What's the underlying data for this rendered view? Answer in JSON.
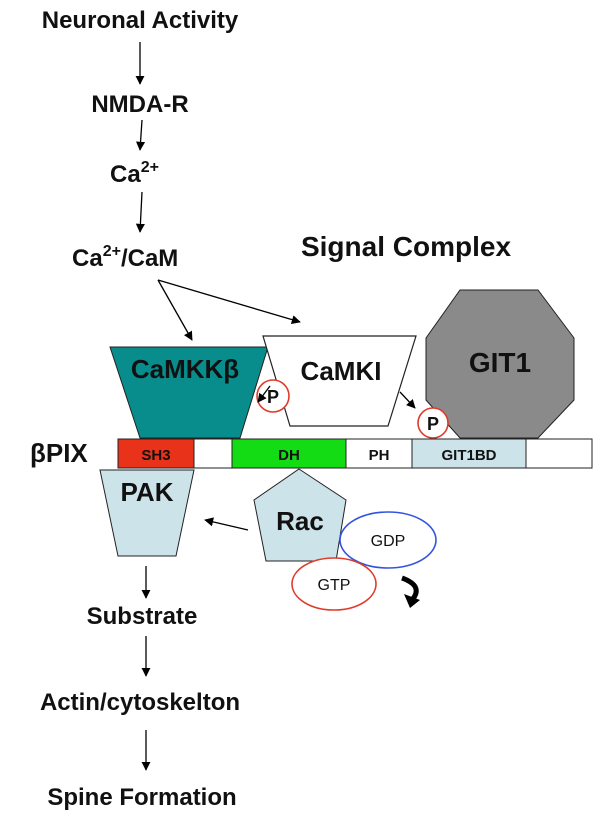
{
  "pathway": {
    "neuronal_activity": "Neuronal Activity",
    "nmda_r": "NMDA-R",
    "ca": "Ca",
    "ca_sup": "2+",
    "ca_cam_prefix": "Ca",
    "ca_cam_sup": "2+",
    "ca_cam_suffix": "/CaM",
    "substrate": "Substrate",
    "actin": "Actin/cytoskelton",
    "spine": "Spine Formation"
  },
  "complex": {
    "title": "Signal Complex",
    "camkkb": "CaMKKβ",
    "camki": "CaMKI",
    "git1": "GIT1",
    "phospho_1": "P",
    "phospho_2": "P"
  },
  "bpix": {
    "label": "βPIX",
    "domains": [
      "SH3",
      "",
      "DH",
      "PH",
      "GIT1BD",
      ""
    ]
  },
  "effectors": {
    "pak": "PAK",
    "rac": "Rac",
    "gdp": "GDP",
    "gtp": "GTP"
  },
  "colors": {
    "camkkb_fill": "#088c8c",
    "light_blue_fill": "#cce4e9",
    "git1_fill": "#8a8a8a",
    "sh3_fill": "#e8321a",
    "dh_fill": "#14dc14",
    "gdp_stroke": "#3355dd",
    "gtp_stroke": "#e03a2a",
    "phospho_stroke": "#e03a2a"
  }
}
